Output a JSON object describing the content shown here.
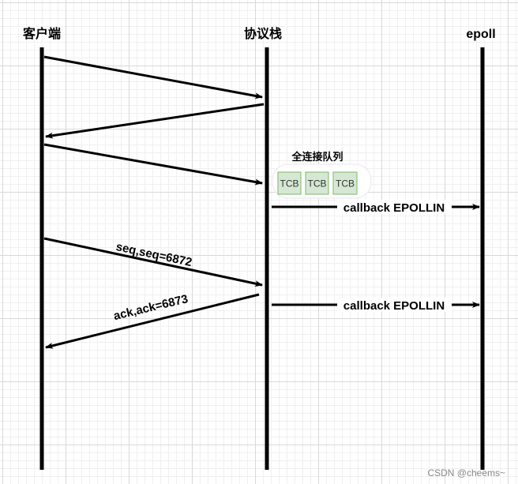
{
  "lanes": {
    "client": "客户端",
    "stack": "协议栈",
    "epoll": "epoll"
  },
  "queue": {
    "title": "全连接队列",
    "items": [
      "TCB",
      "TCB",
      "TCB"
    ]
  },
  "messages": {
    "callback_1": "callback EPOLLIN",
    "callback_2": "callback EPOLLIN",
    "seq": "seq,seq=6872",
    "ack": "ack,ack=6873"
  },
  "watermark": "CSDN @cheems~",
  "colors": {
    "line": "#000000",
    "tcb_fill": "#d5e8d4",
    "tcb_stroke": "#82b366",
    "queue_bg": "#ffffff",
    "queue_stroke": "#e6e6ef"
  }
}
